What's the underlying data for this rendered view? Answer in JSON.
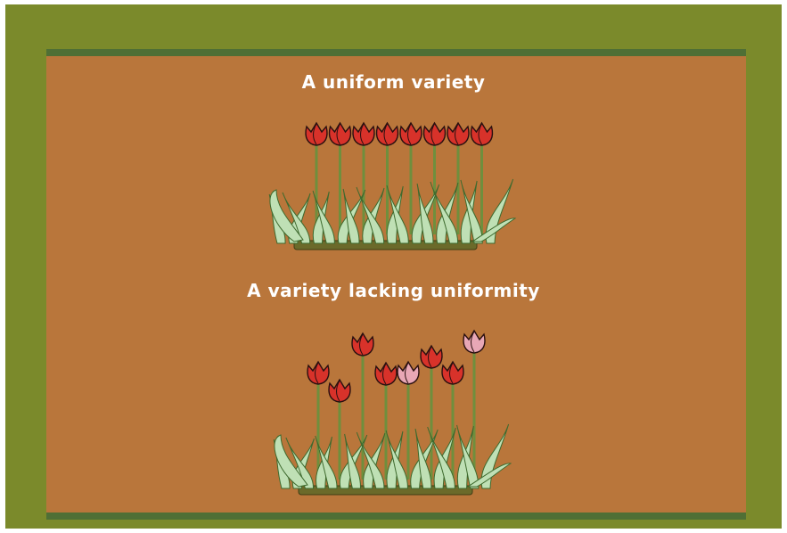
{
  "slide": {
    "title_uniform": "A uniform variety",
    "title_nonuniform": "A variety lacking uniformity"
  },
  "colors": {
    "outer_border": "#7b8a2b",
    "panel_background": "#b9763b",
    "panel_rules": "#4f6f35",
    "tulip_red": "#d8322a",
    "tulip_pink": "#e8a7b6",
    "leaf_green": "#bfe0b5",
    "stem_green": "#6f8f3d",
    "soil": "#6b6a2a"
  },
  "figures": [
    {
      "name": "uniform-variety",
      "tulip_count": 8,
      "tulip_colors": [
        "red",
        "red",
        "red",
        "red",
        "red",
        "red",
        "red",
        "red"
      ],
      "heights": "equal"
    },
    {
      "name": "variety-lacking-uniformity",
      "tulip_count": 8,
      "tulip_colors": [
        "red",
        "red",
        "red",
        "red",
        "pink",
        "red",
        "red",
        "pink"
      ],
      "heights": "uneven"
    }
  ]
}
